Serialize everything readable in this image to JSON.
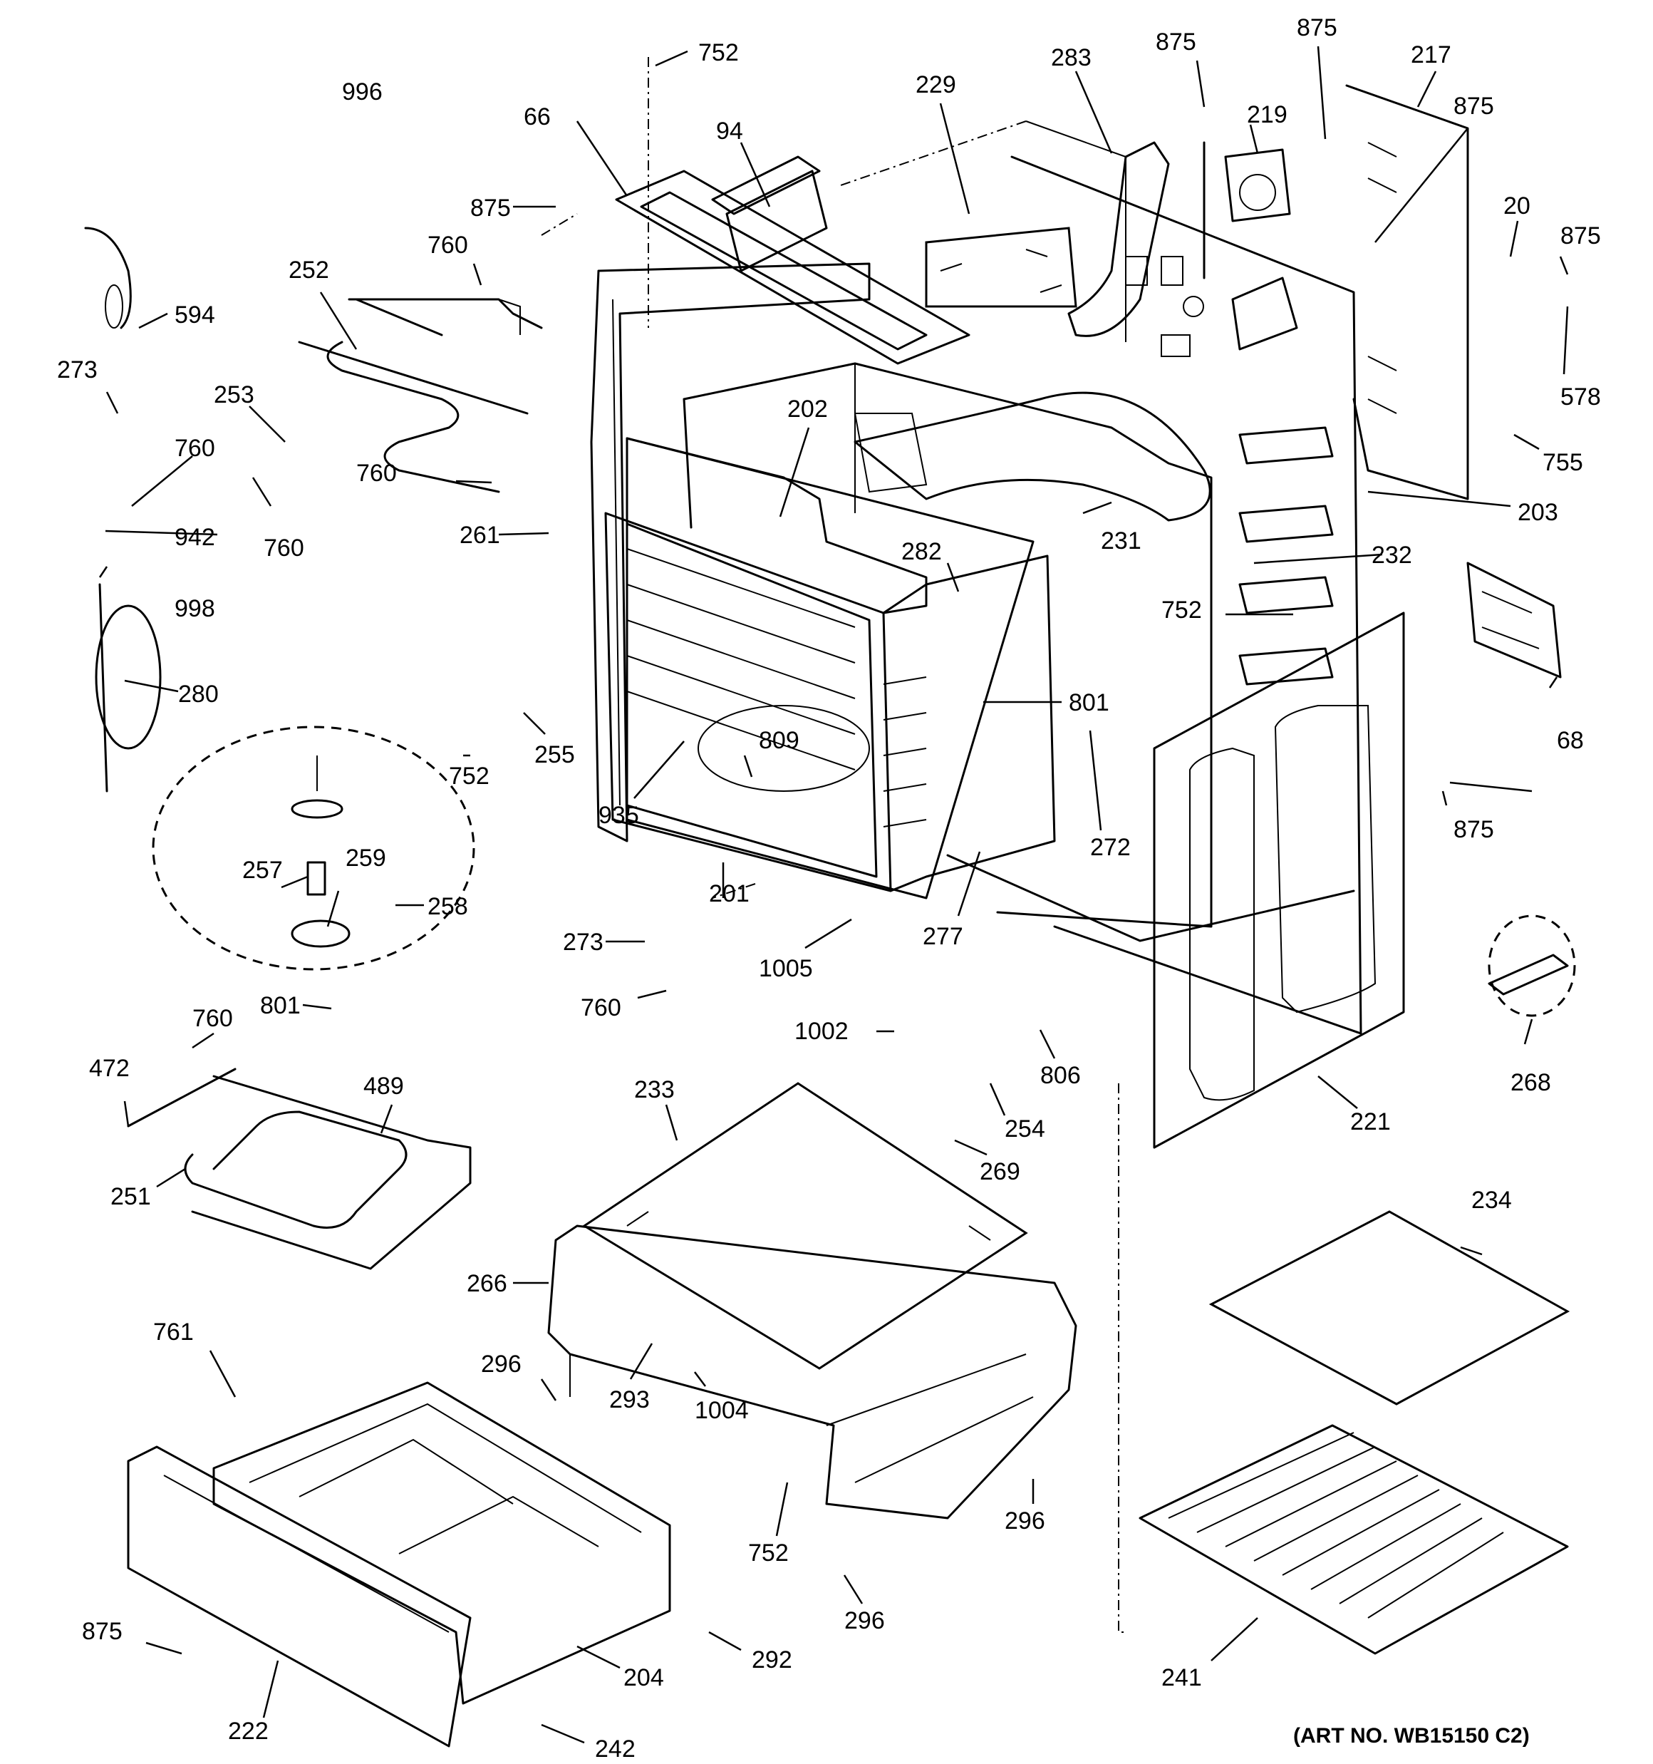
{
  "callouts": [
    {
      "id": "996",
      "label": "996"
    },
    {
      "id": "752a",
      "label": "752"
    },
    {
      "id": "66",
      "label": "66"
    },
    {
      "id": "94",
      "label": "94"
    },
    {
      "id": "229",
      "label": "229"
    },
    {
      "id": "283",
      "label": "283"
    },
    {
      "id": "875a",
      "label": "875"
    },
    {
      "id": "875b",
      "label": "875"
    },
    {
      "id": "219",
      "label": "219"
    },
    {
      "id": "217",
      "label": "217"
    },
    {
      "id": "875c",
      "label": "875"
    },
    {
      "id": "594",
      "label": "594"
    },
    {
      "id": "875d",
      "label": "875"
    },
    {
      "id": "760a",
      "label": "760"
    },
    {
      "id": "252",
      "label": "252"
    },
    {
      "id": "20",
      "label": "20"
    },
    {
      "id": "875e",
      "label": "875"
    },
    {
      "id": "273a",
      "label": "273"
    },
    {
      "id": "578",
      "label": "578"
    },
    {
      "id": "253",
      "label": "253"
    },
    {
      "id": "202",
      "label": "202"
    },
    {
      "id": "760b",
      "label": "760"
    },
    {
      "id": "755",
      "label": "755"
    },
    {
      "id": "760c",
      "label": "760"
    },
    {
      "id": "203",
      "label": "203"
    },
    {
      "id": "942",
      "label": "942"
    },
    {
      "id": "261",
      "label": "261"
    },
    {
      "id": "231",
      "label": "231"
    },
    {
      "id": "760d",
      "label": "760"
    },
    {
      "id": "282",
      "label": "282"
    },
    {
      "id": "232",
      "label": "232"
    },
    {
      "id": "998",
      "label": "998"
    },
    {
      "id": "752b",
      "label": "752"
    },
    {
      "id": "280",
      "label": "280"
    },
    {
      "id": "801a",
      "label": "801"
    },
    {
      "id": "68",
      "label": "68"
    },
    {
      "id": "809",
      "label": "809"
    },
    {
      "id": "255",
      "label": "255"
    },
    {
      "id": "752c",
      "label": "752"
    },
    {
      "id": "935",
      "label": "935"
    },
    {
      "id": "875f",
      "label": "875"
    },
    {
      "id": "272",
      "label": "272"
    },
    {
      "id": "257",
      "label": "257"
    },
    {
      "id": "259",
      "label": "259"
    },
    {
      "id": "258",
      "label": "258"
    },
    {
      "id": "201",
      "label": "201"
    },
    {
      "id": "277",
      "label": "277"
    },
    {
      "id": "273b",
      "label": "273"
    },
    {
      "id": "1005",
      "label": "1005"
    },
    {
      "id": "268",
      "label": "268"
    },
    {
      "id": "801b",
      "label": "801"
    },
    {
      "id": "760e",
      "label": "760"
    },
    {
      "id": "1002",
      "label": "1002"
    },
    {
      "id": "806",
      "label": "806"
    },
    {
      "id": "760f",
      "label": "760"
    },
    {
      "id": "472",
      "label": "472"
    },
    {
      "id": "489",
      "label": "489"
    },
    {
      "id": "233",
      "label": "233"
    },
    {
      "id": "254",
      "label": "254"
    },
    {
      "id": "221",
      "label": "221"
    },
    {
      "id": "251",
      "label": "251"
    },
    {
      "id": "269",
      "label": "269"
    },
    {
      "id": "234",
      "label": "234"
    },
    {
      "id": "266",
      "label": "266"
    },
    {
      "id": "761",
      "label": "761"
    },
    {
      "id": "296a",
      "label": "296"
    },
    {
      "id": "293",
      "label": "293"
    },
    {
      "id": "1004",
      "label": "1004"
    },
    {
      "id": "296b",
      "label": "296"
    },
    {
      "id": "752d",
      "label": "752"
    },
    {
      "id": "296c",
      "label": "296"
    },
    {
      "id": "875g",
      "label": "875"
    },
    {
      "id": "292",
      "label": "292"
    },
    {
      "id": "241",
      "label": "241"
    },
    {
      "id": "204",
      "label": "204"
    },
    {
      "id": "222",
      "label": "222"
    },
    {
      "id": "242",
      "label": "242"
    }
  ],
  "art_number": "(ART NO. WB15150 C2)"
}
